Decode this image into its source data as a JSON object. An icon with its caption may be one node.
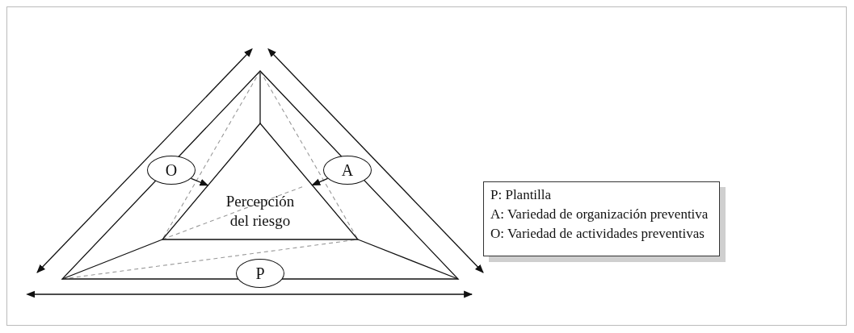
{
  "diagram": {
    "nodes": [
      {
        "text": [],
        "shape": "triangle"
      },
      {
        "text": [
          "Percepción del riesgo"
        ],
        "in": 0
      },
      {
        "text": [
          "O"
        ],
        "in": 0
      },
      {
        "text": [
          "A"
        ],
        "in": 0
      },
      {
        "text": [
          "P"
        ]
      },
      {
        "text": [
          "P: Plantilla",
          "A: Variedad de organización preventiva",
          "O: Variedad de actividades preventivas"
        ]
      }
    ],
    "edges": [
      {
        "from": 2,
        "to": 1,
        "arrow": "to"
      },
      {
        "from": 3,
        "to": 1,
        "arrow": "to"
      }
    ]
  }
}
